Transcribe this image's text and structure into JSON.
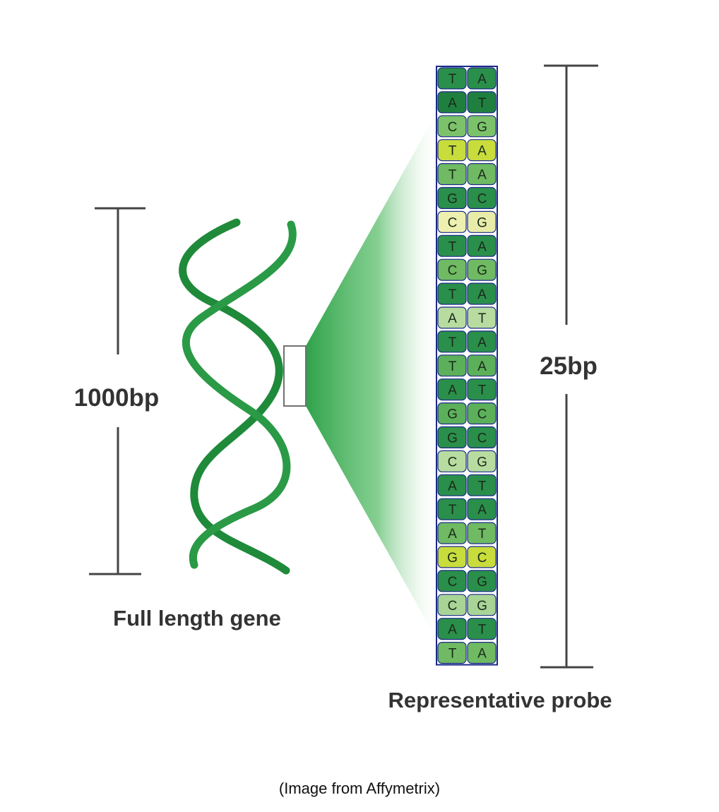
{
  "labels": {
    "gene_length": "1000bp",
    "gene_caption": "Full length gene",
    "probe_length": "25bp",
    "probe_caption": "Representative probe",
    "credit": "(Image from Affymetrix)"
  },
  "colors": {
    "helix": "#1f8a3a",
    "probe_border": "#1a2a8a",
    "ruler": "#444444",
    "fan": "#2ea24a"
  },
  "probe": {
    "rows": [
      {
        "left": "T",
        "right": "A",
        "left_color": "#2a8f4a",
        "right_color": "#2a8f4a"
      },
      {
        "left": "A",
        "right": "T",
        "left_color": "#1f7f3f",
        "right_color": "#1f7f3f"
      },
      {
        "left": "C",
        "right": "G",
        "left_color": "#7cc26a",
        "right_color": "#7cc26a"
      },
      {
        "left": "T",
        "right": "A",
        "left_color": "#c8dc3c",
        "right_color": "#c8dc3c"
      },
      {
        "left": "T",
        "right": "A",
        "left_color": "#6fba62",
        "right_color": "#6fba62"
      },
      {
        "left": "G",
        "right": "C",
        "left_color": "#2a8f4a",
        "right_color": "#2a8f4a"
      },
      {
        "left": "C",
        "right": "G",
        "left_color": "#eef0b0",
        "right_color": "#e8eca8"
      },
      {
        "left": "T",
        "right": "A",
        "left_color": "#2a8f4a",
        "right_color": "#2a8f4a"
      },
      {
        "left": "C",
        "right": "G",
        "left_color": "#6fba62",
        "right_color": "#6fba62"
      },
      {
        "left": "T",
        "right": "A",
        "left_color": "#2a8f4a",
        "right_color": "#2a8f4a"
      },
      {
        "left": "A",
        "right": "T",
        "left_color": "#b8dca0",
        "right_color": "#b8dca0"
      },
      {
        "left": "T",
        "right": "A",
        "left_color": "#2a8f4a",
        "right_color": "#2a8f4a"
      },
      {
        "left": "T",
        "right": "A",
        "left_color": "#5cb05a",
        "right_color": "#5cb05a"
      },
      {
        "left": "A",
        "right": "T",
        "left_color": "#2a8f4a",
        "right_color": "#2a8f4a"
      },
      {
        "left": "G",
        "right": "C",
        "left_color": "#5cb05a",
        "right_color": "#5cb05a"
      },
      {
        "left": "G",
        "right": "C",
        "left_color": "#2a8f4a",
        "right_color": "#2a8f4a"
      },
      {
        "left": "C",
        "right": "G",
        "left_color": "#b8dca0",
        "right_color": "#b8dca0"
      },
      {
        "left": "A",
        "right": "T",
        "left_color": "#2a8f4a",
        "right_color": "#2a8f4a"
      },
      {
        "left": "T",
        "right": "A",
        "left_color": "#2a8f4a",
        "right_color": "#2a8f4a"
      },
      {
        "left": "A",
        "right": "T",
        "left_color": "#6fba62",
        "right_color": "#6fba62"
      },
      {
        "left": "G",
        "right": "C",
        "left_color": "#c8dc3c",
        "right_color": "#c8dc3c"
      },
      {
        "left": "C",
        "right": "G",
        "left_color": "#2a8f4a",
        "right_color": "#2a8f4a"
      },
      {
        "left": "C",
        "right": "G",
        "left_color": "#a8d496",
        "right_color": "#a8d496"
      },
      {
        "left": "A",
        "right": "T",
        "left_color": "#2a8f4a",
        "right_color": "#2a8f4a"
      },
      {
        "left": "T",
        "right": "A",
        "left_color": "#6fba62",
        "right_color": "#6fba62"
      }
    ]
  }
}
